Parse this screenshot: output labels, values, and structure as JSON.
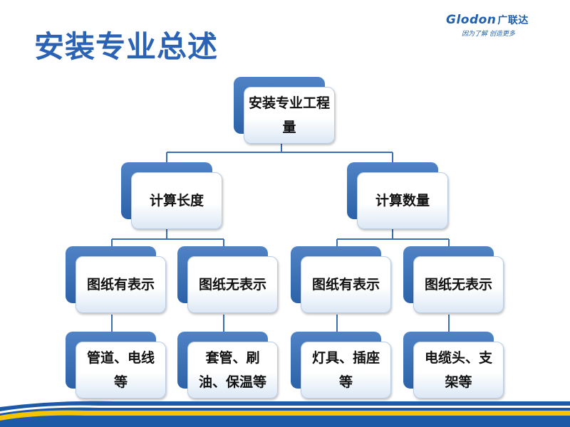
{
  "title": "安装专业总述",
  "logo": {
    "brand": "Glodon",
    "brand_cn": "广联达",
    "slogan": "因为了解  创造更多"
  },
  "colors": {
    "title": "#2a63b5",
    "node_back": "#3a6fb5",
    "connector": "#3b6eb4",
    "footer_blue": "#1c5aa8",
    "footer_yellow": "#f5c400"
  },
  "diagram": {
    "root": {
      "text": "安装专业工程量"
    },
    "level1": [
      {
        "text": "计算长度"
      },
      {
        "text": "计算数量"
      }
    ],
    "level2": [
      {
        "text": "图纸有表示"
      },
      {
        "text": "图纸无表示"
      },
      {
        "text": "图纸有表示"
      },
      {
        "text": "图纸无表示"
      }
    ],
    "level3": [
      {
        "text": "管道、电线等"
      },
      {
        "text": "套管、刷油、保温等"
      },
      {
        "text": "灯具、插座等"
      },
      {
        "text": "电缆头、支架等"
      }
    ]
  }
}
